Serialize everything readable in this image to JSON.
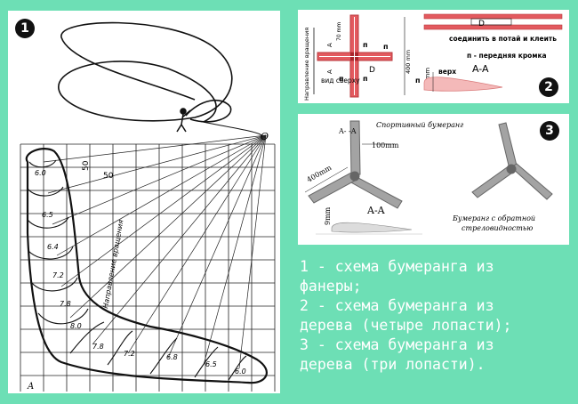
{
  "panel1": {
    "badge": "1",
    "labels": {
      "origin": "O",
      "corner": "A",
      "dim_vertical": "50",
      "dim_horizontal": "50",
      "direction": "Направление вращения",
      "sections": [
        "6.0",
        "6.5",
        "6.4",
        "7.2",
        "7.8",
        "8.0",
        "7.8",
        "7.2",
        "6.8",
        "6.5",
        "6.0"
      ]
    }
  },
  "panel2": {
    "badge": "2",
    "rotation": "Направление вращения",
    "view": "вид сверху",
    "dim_70": "70 mm",
    "dim_400": "400 mm",
    "section_a": "A",
    "hub_d": "D",
    "edge_p": "п",
    "joint_d": "D",
    "glue": "соединить в потай и клеить",
    "edge_legend": "п - передняя кромка",
    "dim_7": "7mm",
    "top": "верх",
    "section_title": "A-A"
  },
  "panel3": {
    "badge": "3",
    "sport_title": "Спортивный бумеранг",
    "section_label": "A-   -A",
    "dim_100": "100mm",
    "dim_400": "400mm",
    "dim_9": "9mm",
    "section_title": "A-A",
    "reverse_title_1": "Бумеранг с обратной",
    "reverse_title_2": "стреловидностью"
  },
  "legend": [
    "1 - схема бумеранга из",
    "фанеры;",
    "2 - схема бумеранга из",
    "дерева (четыре лопасти);",
    "3 - схема бумеранга из",
    "дерева (три лопасти)."
  ],
  "colors": {
    "background": "#6ddfb5",
    "blade_red": "#e35a5f",
    "blade_grey": "#9a9a9a",
    "line": "#111111"
  }
}
